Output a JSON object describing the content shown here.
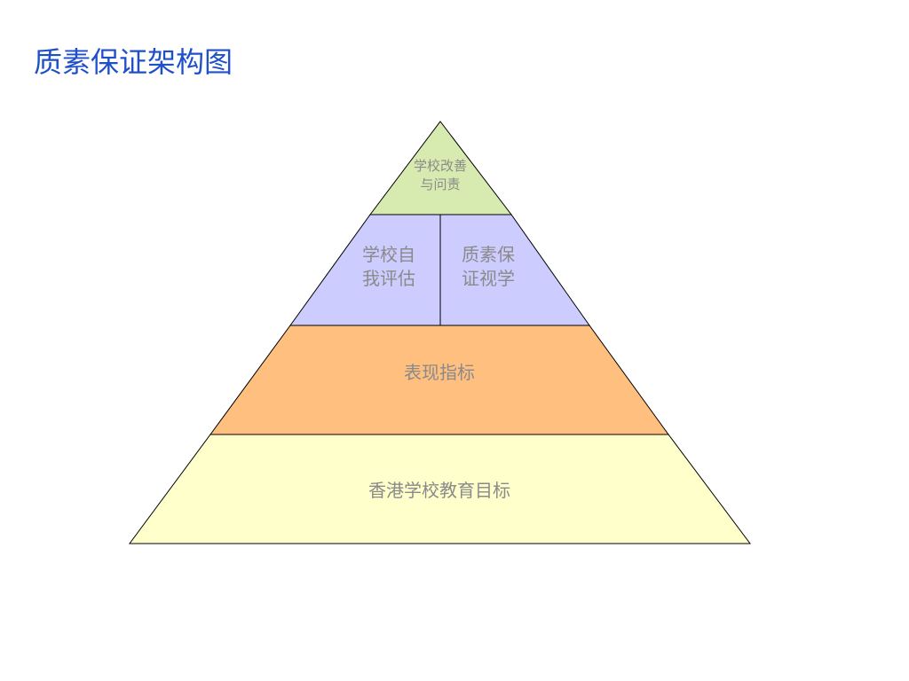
{
  "slide": {
    "title": "质素保证架构图"
  },
  "pyramid": {
    "tiers": [
      {
        "id": "top",
        "lines": [
          "学校改善",
          "与问责"
        ],
        "color": "#d7eab0"
      },
      {
        "id": "second-left",
        "lines": [
          "学校自",
          "我评估"
        ],
        "color": "#ccccff"
      },
      {
        "id": "second-right",
        "lines": [
          "质素保",
          "证视学"
        ],
        "color": "#ccccff"
      },
      {
        "id": "third",
        "lines": [
          "表现指标"
        ],
        "color": "#ffbf7f"
      },
      {
        "id": "base",
        "lines": [
          "香港学校教育目标"
        ],
        "color": "#ffffcc"
      }
    ],
    "outline_color": "#000000",
    "label_color": "#8a8a8a"
  }
}
